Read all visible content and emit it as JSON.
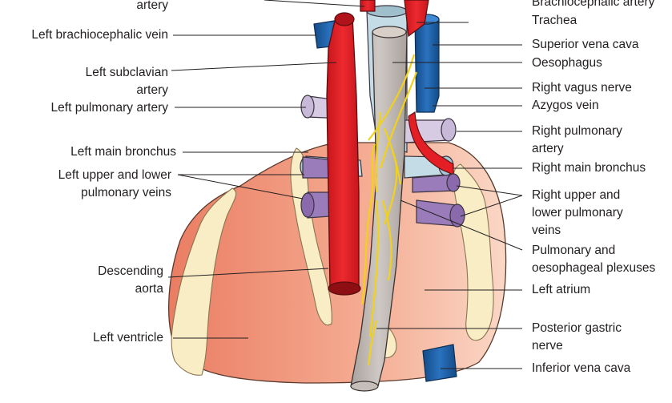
{
  "labels": {
    "left": [
      {
        "id": "l-artery-top",
        "text": "artery"
      },
      {
        "id": "l-brachio-vein",
        "text": "Left brachiocephalic vein"
      },
      {
        "id": "l-subclavian",
        "text": "Left subclavian\nartery"
      },
      {
        "id": "l-pulm-artery",
        "text": "Left pulmonary artery"
      },
      {
        "id": "l-main-bronchus",
        "text": "Left main bronchus"
      },
      {
        "id": "l-pulm-veins",
        "text": "Left upper and lower\npulmonary veins"
      },
      {
        "id": "l-desc-aorta",
        "text": "Descending\naorta"
      },
      {
        "id": "l-ventricle",
        "text": "Left ventricle"
      }
    ],
    "right": [
      {
        "id": "r-brachio-artery",
        "text": "Brachiocephalic artery"
      },
      {
        "id": "r-trachea",
        "text": "Trachea"
      },
      {
        "id": "r-svc",
        "text": "Superior vena cava"
      },
      {
        "id": "r-oesophagus",
        "text": "Oesophagus"
      },
      {
        "id": "r-vagus",
        "text": "Right vagus nerve"
      },
      {
        "id": "r-azygos",
        "text": "Azygos vein"
      },
      {
        "id": "r-pulm-artery",
        "text": "Right pulmonary\nartery"
      },
      {
        "id": "r-main-bronchus",
        "text": "Right main bronchus"
      },
      {
        "id": "r-pulm-veins",
        "text": "Right upper and\nlower pulmonary\nveins"
      },
      {
        "id": "r-plexuses",
        "text": "Pulmonary and\noesophageal plexuses"
      },
      {
        "id": "r-atrium",
        "text": "Left atrium"
      },
      {
        "id": "r-gastric",
        "text": "Posterior gastric\nnerve"
      },
      {
        "id": "r-ivc",
        "text": "Inferior vena cava"
      }
    ]
  },
  "colors": {
    "aorta": "#e31e24",
    "vena_cava": "#1a5fa8",
    "oesophagus": "#bfb8b3",
    "trachea": "#c3dce6",
    "pulmonary_artery": "#d7cbe3",
    "pulmonary_vein": "#9a7cba",
    "nerve": "#f1d21a",
    "fat": "#f8edc5",
    "heart_light": "#f9cdb9",
    "heart_dark": "#ea7d63"
  }
}
